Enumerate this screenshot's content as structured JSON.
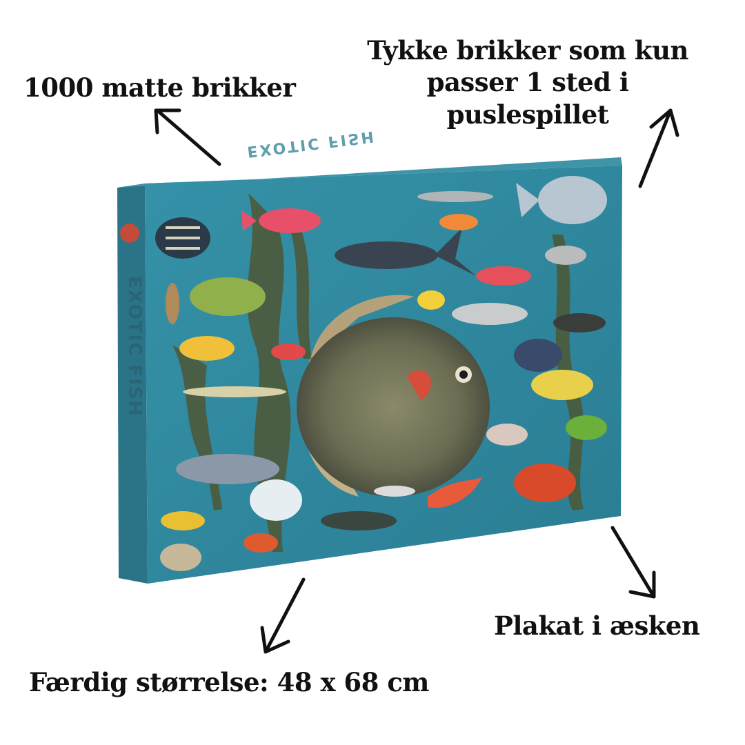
{
  "callouts": {
    "pieces": "1000 matte brikker",
    "thick_line1": "Tykke brikker som kun",
    "thick_line2": "passer 1 sted i puslespillet",
    "poster": "Plakat i æsken",
    "size": "Færdig størrelse: 48 x 68 cm"
  },
  "box": {
    "spine_title": "EXOTIC FISH",
    "top_title": "EXOTIC FISH",
    "colors": {
      "front": "#2f8aa0",
      "spine": "#2c7e92",
      "top": "#3d92a6"
    }
  }
}
